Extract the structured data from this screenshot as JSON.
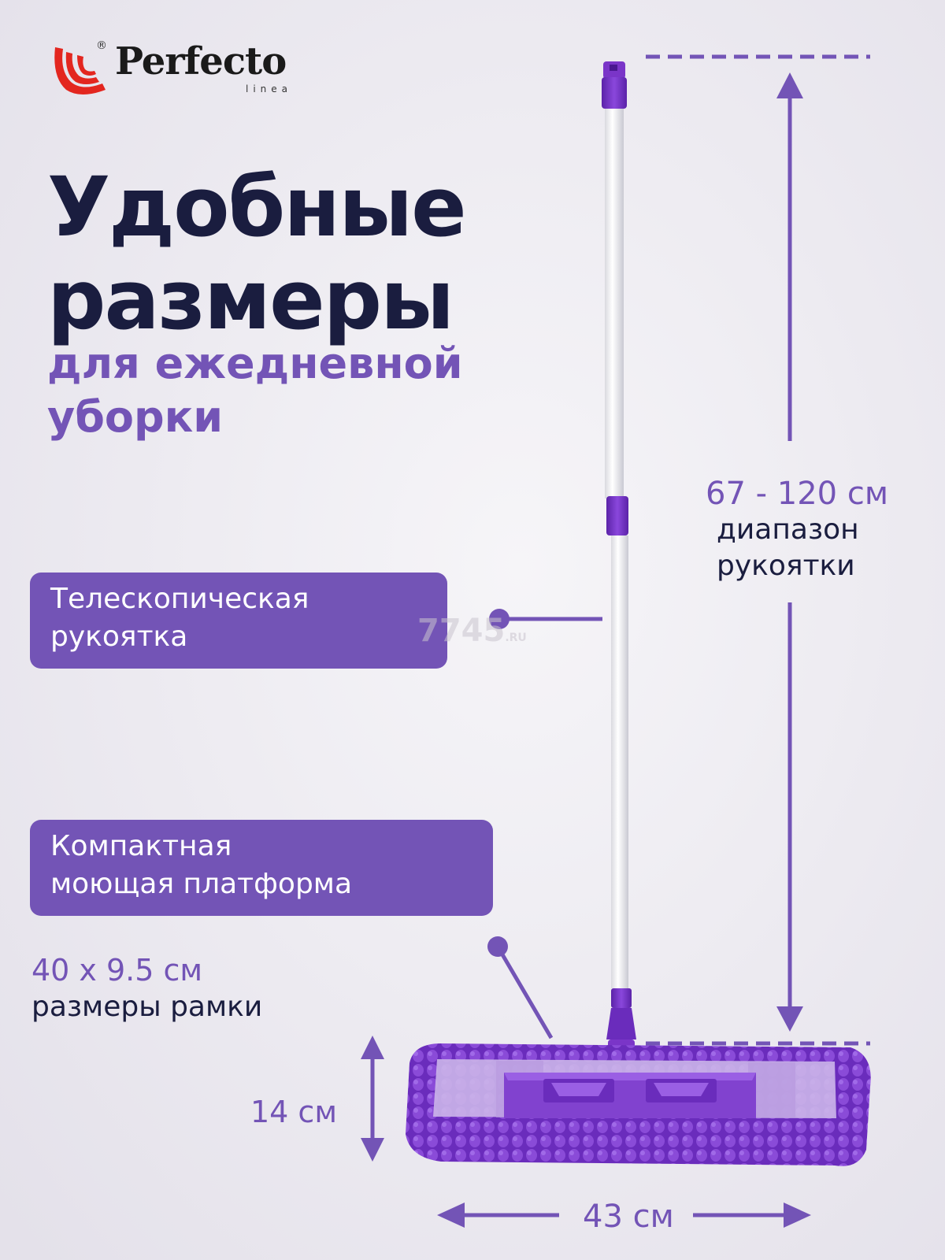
{
  "brand": {
    "name": "Perfecto",
    "sub": "linea",
    "mark": "®"
  },
  "headline": {
    "line1": "Удобные",
    "line2": "размеры"
  },
  "subheadline": {
    "line1": "для ежедневной",
    "line2": "уборки"
  },
  "callouts": {
    "telescopic": {
      "line1": "Телескопическая",
      "line2": "рукоятка"
    },
    "platform": {
      "line1": "Компактная",
      "line2": "моющая платформа"
    }
  },
  "dimensions": {
    "handle_range": "67 - 120 см",
    "handle_caption_1": "диапазон",
    "handle_caption_2": "рукоятки",
    "frame_size": "40 х 9.5 см",
    "frame_caption": "размеры рамки",
    "height": "14 см",
    "width": "43 см"
  },
  "watermark": {
    "main": "7745",
    "suffix": ".RU"
  },
  "colors": {
    "accent": "#7354b6",
    "dark": "#1a1d3f",
    "mop_purple": "#7a35c8",
    "logo_red": "#e3261f",
    "background": "#efedf3"
  }
}
